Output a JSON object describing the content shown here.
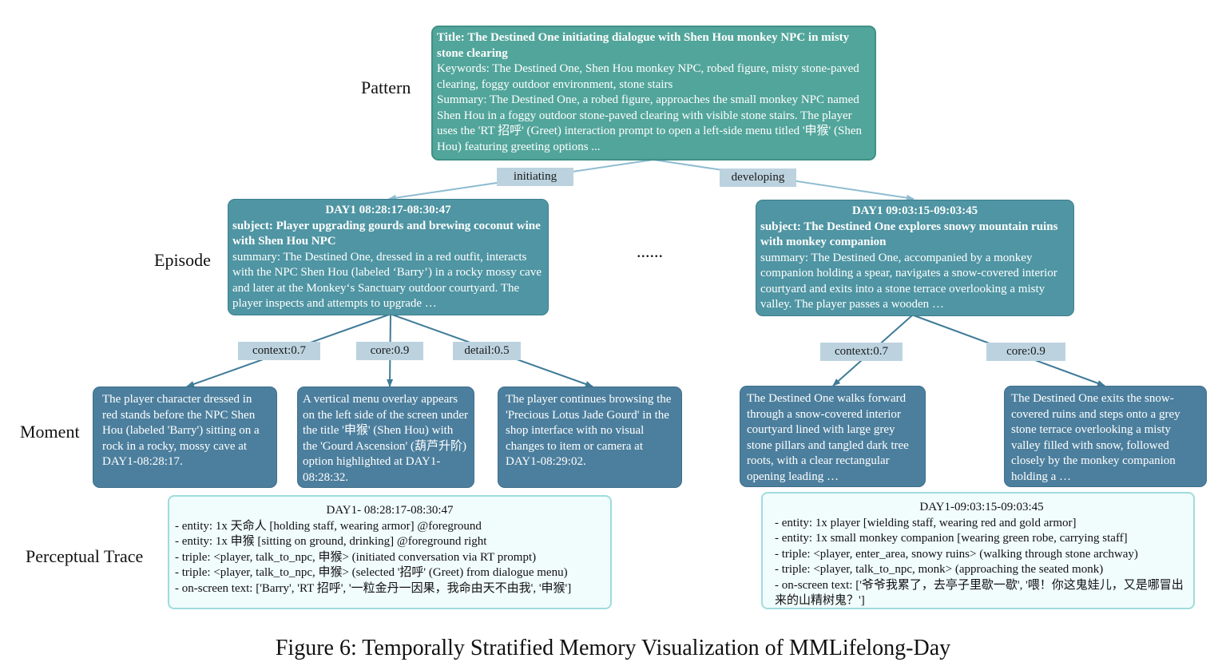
{
  "row_labels": {
    "pattern": "Pattern",
    "episode": "Episode",
    "moment": "Moment",
    "trace": "Perceptual Trace"
  },
  "pattern": {
    "title": "Title: The Destined One initiating dialogue with Shen Hou monkey NPC in misty stone clearing",
    "keywords": "Keywords: The Destined One, Shen Hou monkey NPC, robed figure, misty stone-paved clearing, foggy outdoor environment, stone stairs",
    "summary": "Summary: The Destined One, a robed figure, approaches the small monkey NPC named Shen Hou in a foggy outdoor stone-paved clearing with visible stone stairs. The player uses the 'RT 招呼' (Greet) interaction prompt to open a left-side menu titled '申猴' (Shen Hou) featuring greeting options ..."
  },
  "edge_labels": {
    "initiating": "initiating",
    "developing": "developing",
    "left_context": "context:0.7",
    "left_core": "core:0.9",
    "left_detail": "detail:0.5",
    "right_context": "context:0.7",
    "right_core": "core:0.9"
  },
  "ellipsis": "......",
  "episodes": {
    "left": {
      "time": "DAY1 08:28:17-08:30:47",
      "subject": "subject: Player upgrading gourds and brewing coconut wine with Shen Hou NPC",
      "summary": "summary: The Destined One, dressed in a red outfit, interacts with the NPC Shen Hou (labeled ‘Barry’) in a rocky mossy cave and later at the Monkey‘s Sanctuary outdoor courtyard. The player inspects and attempts to upgrade …"
    },
    "right": {
      "time": "DAY1 09:03:15-09:03:45",
      "subject": "subject: The Destined One explores snowy mountain ruins with monkey companion",
      "summary": "summary: The Destined One, accompanied by a monkey companion holding a spear, navigates a snow-covered interior courtyard and exits into a stone terrace overlooking a misty valley. The player passes a wooden …"
    }
  },
  "moments": [
    "The player character dressed in red stands before the NPC Shen Hou (labeled 'Barry') sitting on a rock in a rocky, mossy cave at DAY1-08:28:17.",
    "A vertical menu overlay appears on the left side of the screen under the title '申猴' (Shen Hou) with the 'Gourd Ascension' (葫芦升阶) option highlighted at DAY1-08:28:32.",
    "The player continues browsing the 'Precious Lotus Jade Gourd' in the shop interface with no visual changes to item or camera at DAY1-08:29:02.",
    "The Destined One walks forward through a snow-covered interior courtyard lined with large grey stone pillars and tangled dark tree roots, with a clear rectangular opening leading …",
    "The Destined One exits the snow-covered ruins and steps onto a grey stone terrace overlooking a misty valley filled with snow, followed closely by the monkey companion holding a …"
  ],
  "traces": {
    "left": {
      "header": "DAY1- 08:28:17-08:30:47",
      "lines": [
        "- entity: 1x 天命人 [holding staff, wearing armor] @foreground",
        "- entity: 1x 申猴 [sitting on ground, drinking] @foreground right",
        "- triple: <player, talk_to_npc, 申猴> (initiated conversation via RT prompt)",
        "- triple: <player, talk_to_npc, 申猴> (selected '招呼' (Greet) from dialogue menu)",
        "- on-screen text: ['Barry', 'RT 招呼', '一粒金丹一因果，我命由天不由我', '申猴']"
      ]
    },
    "right": {
      "header": "DAY1-09:03:15-09:03:45",
      "lines": [
        "- entity: 1x player [wielding staff, wearing red and gold armor]",
        "- entity: 1x small monkey companion [wearing green robe, carrying staff]",
        "- triple: <player, enter_area, snowy ruins> (walking through stone archway)",
        "- triple: <player, talk_to_npc, monk> (approaching the seated monk)",
        "- on-screen text: ['爷爷我累了，去亭子里歇一歇', '喂！你这鬼娃儿，又是哪冒出来的山精树鬼？']"
      ]
    }
  },
  "caption": "Figure 6: Temporally Stratified Memory Visualization of MMLifelong-Day",
  "colors": {
    "pattern": "#52a59b",
    "episode": "#4f95a3",
    "moment": "#4c7f9d",
    "trace_bg": "#f1fcfc",
    "trace_border": "#9fdcdd",
    "edge_label_bg": "#bcd3df",
    "edge_pattern": "#8fbcd0",
    "edge_episode": "#3f7b98"
  }
}
